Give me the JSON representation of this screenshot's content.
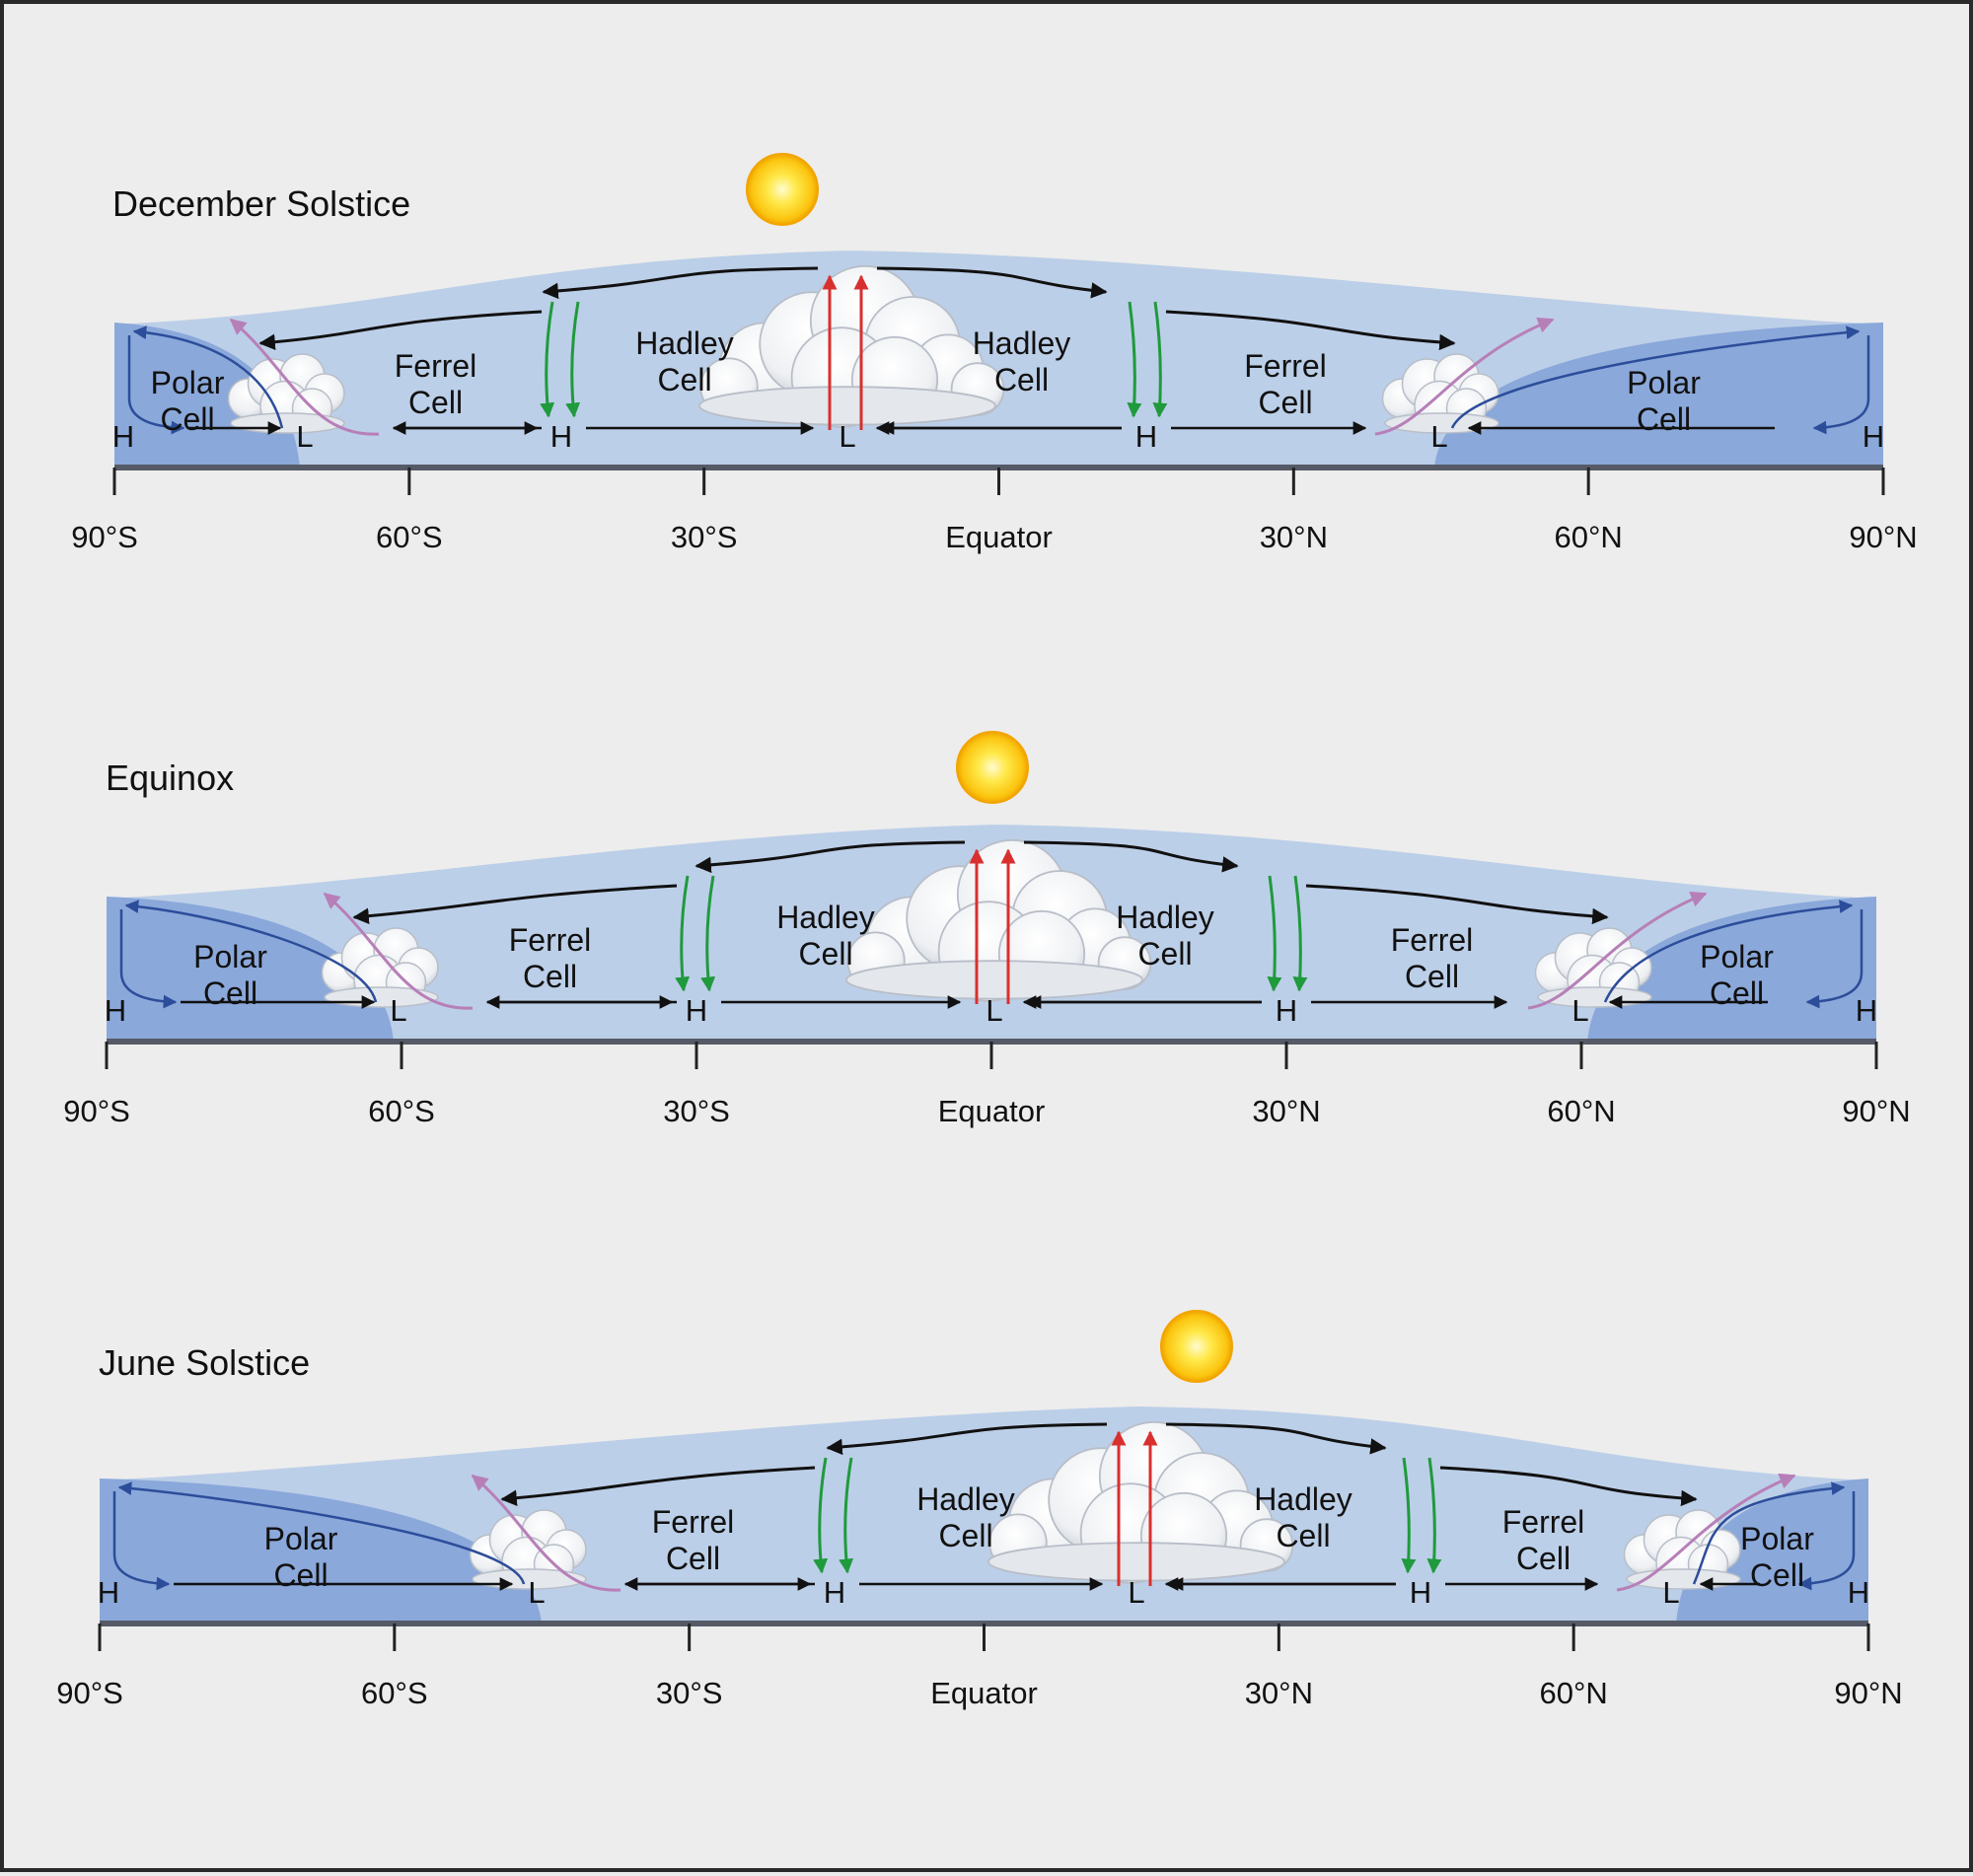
{
  "diagram": {
    "panels": [
      {
        "title": "December Solstice",
        "axis_labels": [
          "90°S",
          "60°S",
          "30°S",
          "Equator",
          "30°N",
          "60°N",
          "90°N"
        ],
        "cells": [
          {
            "line1": "Polar",
            "line2": "Cell"
          },
          {
            "line1": "Ferrel",
            "line2": "Cell"
          },
          {
            "line1": "Hadley",
            "line2": "Cell"
          },
          {
            "line1": "Hadley",
            "line2": "Cell"
          },
          {
            "line1": "Ferrel",
            "line2": "Cell"
          },
          {
            "line1": "Polar",
            "line2": "Cell"
          }
        ],
        "pressure": [
          "H",
          "L",
          "H",
          "L",
          "H",
          "L",
          "H"
        ]
      },
      {
        "title": "Equinox",
        "axis_labels": [
          "90°S",
          "60°S",
          "30°S",
          "Equator",
          "30°N",
          "60°N",
          "90°N"
        ],
        "cells": [
          {
            "line1": "Polar",
            "line2": "Cell"
          },
          {
            "line1": "Ferrel",
            "line2": "Cell"
          },
          {
            "line1": "Hadley",
            "line2": "Cell"
          },
          {
            "line1": "Hadley",
            "line2": "Cell"
          },
          {
            "line1": "Ferrel",
            "line2": "Cell"
          },
          {
            "line1": "Polar",
            "line2": "Cell"
          }
        ],
        "pressure": [
          "H",
          "L",
          "H",
          "L",
          "H",
          "L",
          "H"
        ]
      },
      {
        "title": "June Solstice",
        "axis_labels": [
          "90°S",
          "60°S",
          "30°S",
          "Equator",
          "30°N",
          "60°N",
          "90°N"
        ],
        "cells": [
          {
            "line1": "Polar",
            "line2": "Cell"
          },
          {
            "line1": "Ferrel",
            "line2": "Cell"
          },
          {
            "line1": "Hadley",
            "line2": "Cell"
          },
          {
            "line1": "Hadley",
            "line2": "Cell"
          },
          {
            "line1": "Ferrel",
            "line2": "Cell"
          },
          {
            "line1": "Polar",
            "line2": "Cell"
          }
        ],
        "pressure": [
          "H",
          "L",
          "H",
          "L",
          "H",
          "L",
          "H"
        ]
      }
    ],
    "colors": {
      "background": "#ededed",
      "atmosphere": "#bccfe8",
      "polar_cell": "#8aa8da",
      "ground": "#555a66",
      "wind_arrow": "#111111",
      "polar_arrow": "#2c4d9a",
      "descending_air": "#1f9a3c",
      "rising_air": "#d8302f",
      "frontal_air": "#b77fb8",
      "sun": "#ffd21a"
    }
  }
}
